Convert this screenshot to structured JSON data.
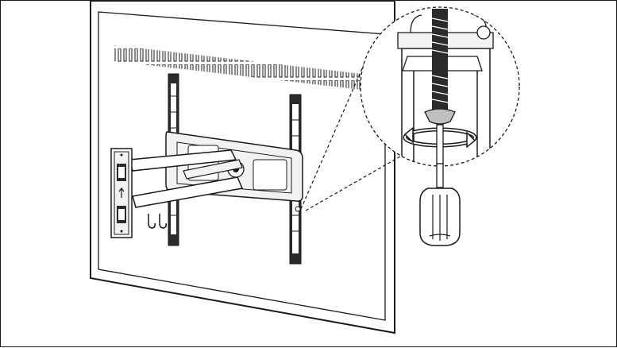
{
  "figure": {
    "description_free": true,
    "colors": {
      "stroke": "#1a1a1a",
      "fill_light": "#f2f2f2",
      "fill_mid": "#bfbfbf",
      "fill_dark": "#2b2b2b",
      "background": "#ffffff"
    },
    "icons": [
      "tv-back-panel",
      "vertical-bracket",
      "articulating-arm",
      "wall-plate",
      "screw",
      "screwdriver",
      "rotation-arrow",
      "magnifier-callout"
    ]
  }
}
